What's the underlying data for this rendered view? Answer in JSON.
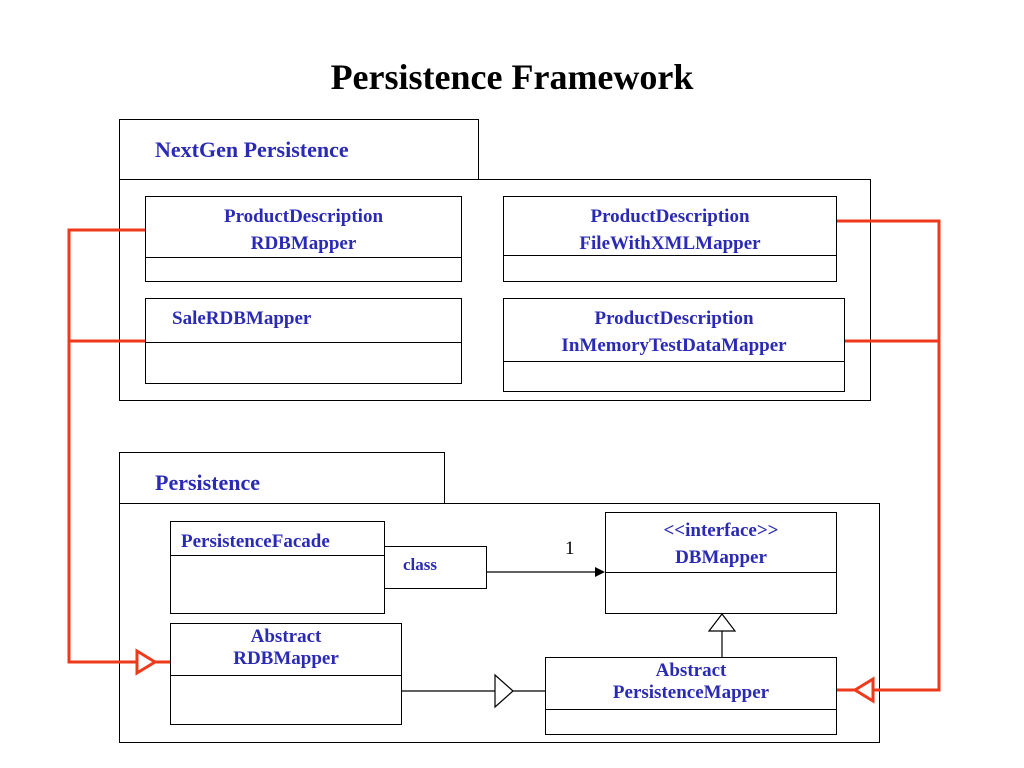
{
  "title": "Persistence Framework",
  "colors": {
    "text_blue": "#2a2ab5",
    "connector_red": "#ee3a1a"
  },
  "packages": {
    "nextgen": {
      "label": "NextGen Persistence"
    },
    "persistence": {
      "label": "Persistence"
    }
  },
  "classes": {
    "pd_rdb": {
      "line1": "ProductDescription",
      "line2": "RDBMapper"
    },
    "pd_xml": {
      "line1": "ProductDescription",
      "line2": "FileWithXMLMapper"
    },
    "sale_rdb": {
      "line1": "SaleRDBMapper"
    },
    "pd_mem": {
      "line1": "ProductDescription",
      "line2": "InMemoryTestDataMapper"
    },
    "facade": {
      "line1": "PersistenceFacade"
    },
    "dbmapper": {
      "line1": "<<interface>>",
      "line2": "DBMapper"
    },
    "abs_rdb": {
      "line1": "Abstract",
      "line2": "RDBMapper"
    },
    "abs_pm": {
      "line1": "Abstract",
      "line2": "PersistenceMapper"
    }
  },
  "association": {
    "qualifier": "class",
    "multiplicity": "1"
  }
}
